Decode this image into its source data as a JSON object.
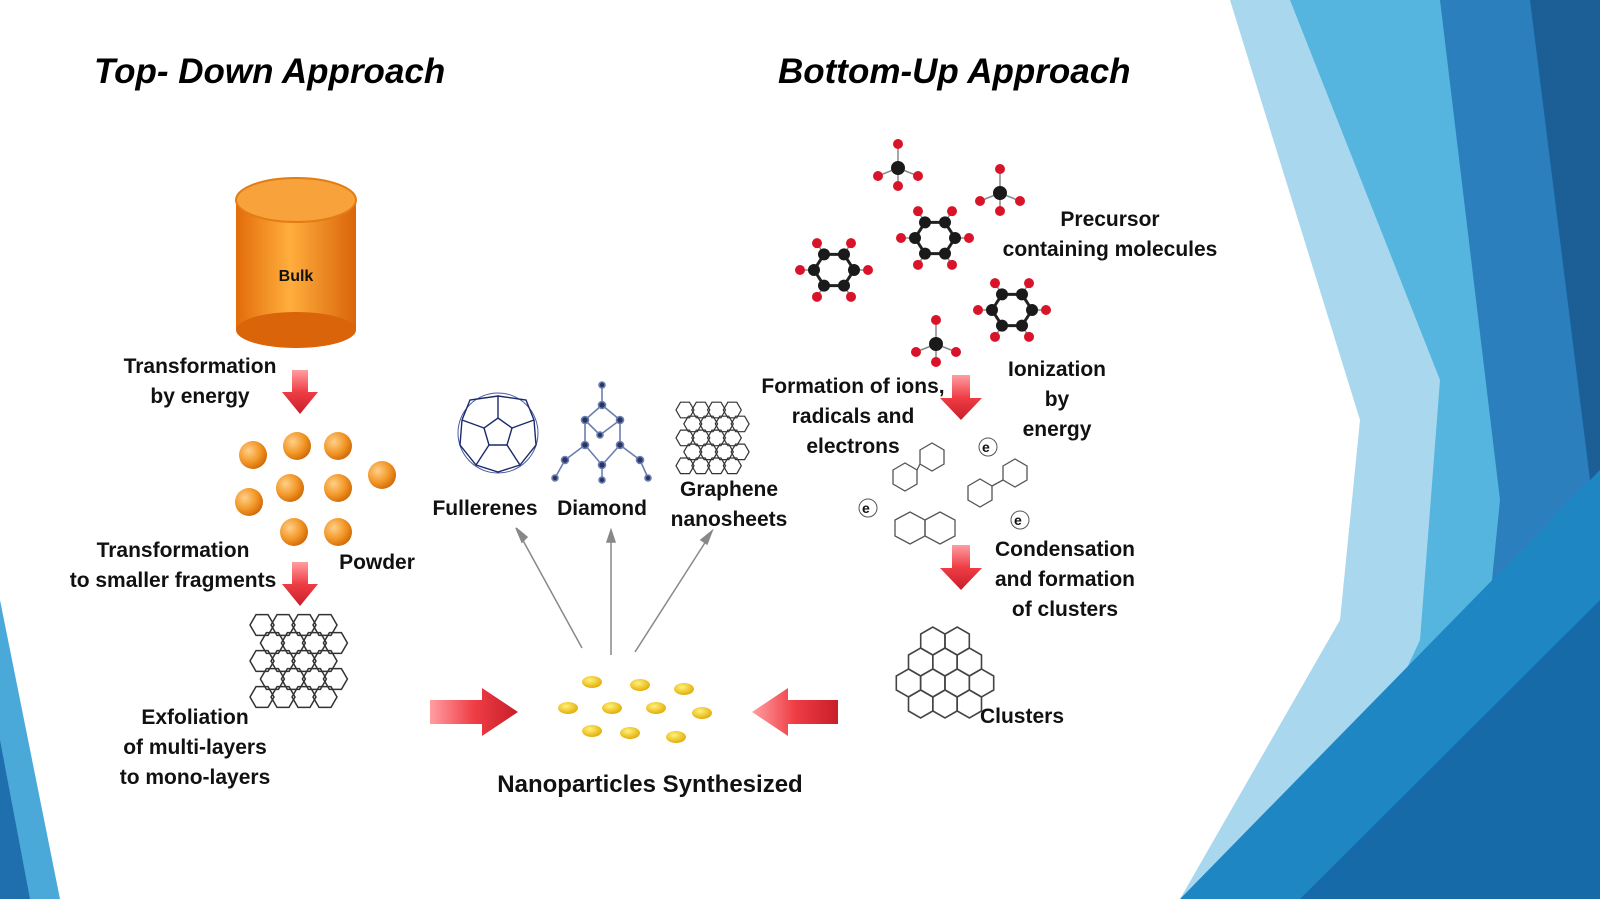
{
  "titles": {
    "top_down": "Top- Down Approach",
    "bottom_up": "Bottom-Up Approach"
  },
  "top_down": {
    "bulk": "Bulk",
    "step1": "Transformation\nby energy",
    "powder": "Powder",
    "step2": "Transformation\nto smaller fragments",
    "step3": "Exfoliation\nof multi-layers\nto mono-layers"
  },
  "center": {
    "fullerenes": "Fullerenes",
    "diamond": "Diamond",
    "graphene": "Graphene\nnanosheets",
    "result": "Nanoparticles Synthesized"
  },
  "bottom_up": {
    "precursor": "Precursor\ncontaining molecules",
    "ionization": "Ionization\nby\nenergy",
    "formation": "Formation of ions,\nradicals and\nelectrons",
    "electron_symbol": "e",
    "condensation": "Condensation\nand formation\nof clusters",
    "clusters": "Clusters"
  },
  "colors": {
    "bulk_orange": "#f08a1c",
    "arrow_red": "#e8343c",
    "atom_red": "#d9142a",
    "atom_black": "#1a1a1a",
    "nano_gold": "#f2c200",
    "bg_blue_dark": "#1f6fae",
    "bg_blue_light": "#49b4de"
  }
}
